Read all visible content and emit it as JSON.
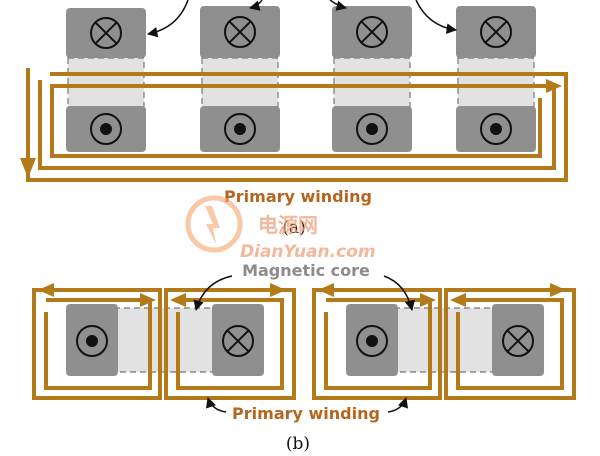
{
  "diagram": {
    "panel_a": {
      "winding_label": "Primary winding",
      "caption": "(a)"
    },
    "panel_b": {
      "core_label": "Magnetic core",
      "winding_label": "Primary winding",
      "caption": "(b)"
    },
    "watermark": {
      "site_cn": "电源网",
      "site_en": "DianYuan.com"
    },
    "colors": {
      "winding": "#b27a18",
      "block": "#8f8f8f",
      "core": "#e2e2e2",
      "winding_text": "#b5651d",
      "core_text": "#8c8c8c"
    }
  }
}
